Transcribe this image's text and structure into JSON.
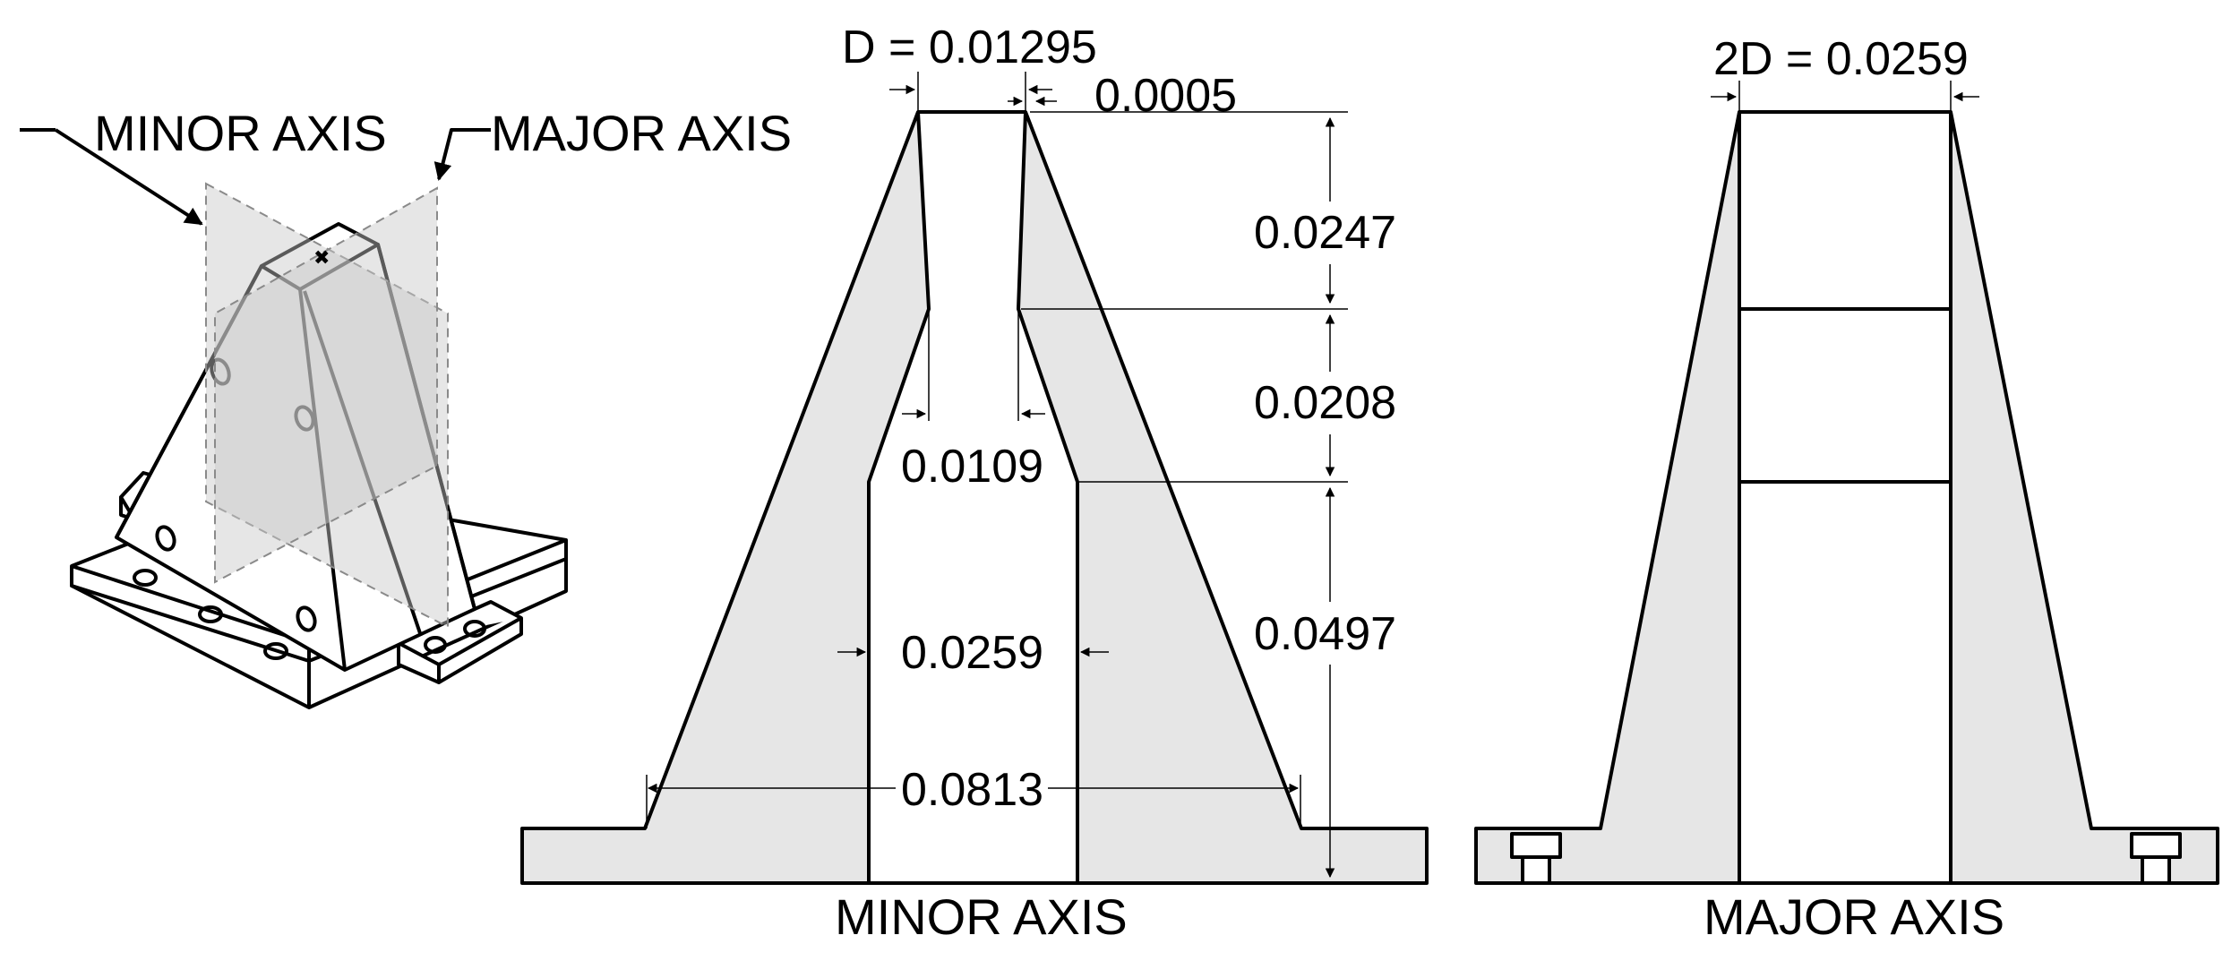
{
  "isometric": {
    "minor_axis_label": "MINOR AXIS",
    "major_axis_label": "MAJOR AXIS"
  },
  "minor_section": {
    "top_width_label": "D = 0.01295",
    "taper_label": "0.0005",
    "throat_label": "0.0109",
    "bore_label": "0.0259",
    "base_width_label": "0.0813",
    "height_1_label": "0.0247",
    "height_2_label": "0.0208",
    "height_3_label": "0.0497",
    "caption": "MINOR AXIS"
  },
  "major_section": {
    "top_width_label": "2D = 0.0259",
    "caption": "MAJOR AXIS"
  },
  "colors": {
    "section_fill": "#e6e6e6",
    "outline": "#000000",
    "plane": "#c8c8c8"
  }
}
